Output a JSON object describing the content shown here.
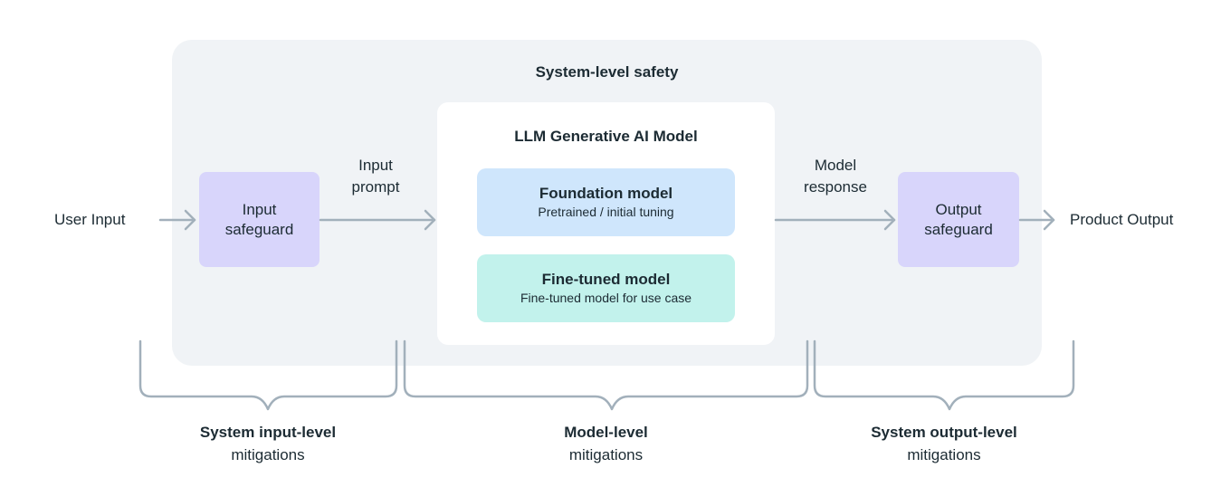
{
  "system": {
    "title": "System-level safety"
  },
  "model": {
    "title": "LLM Generative AI Model",
    "foundation": {
      "title": "Foundation model",
      "subtitle": "Pretrained / initial tuning"
    },
    "finetuned": {
      "title": "Fine-tuned model",
      "subtitle": "Fine-tuned model for use case"
    }
  },
  "flow": {
    "user_input": "User Input",
    "input_safeguard": [
      "Input",
      "safeguard"
    ],
    "input_prompt": [
      "Input",
      "prompt"
    ],
    "model_response": [
      "Model",
      "response"
    ],
    "output_safeguard": [
      "Output",
      "safeguard"
    ],
    "product_output": "Product Output"
  },
  "mitigations": {
    "input": {
      "title": "System input-level",
      "subtitle": "mitigations"
    },
    "model": {
      "title": "Model-level",
      "subtitle": "mitigations"
    },
    "output": {
      "title": "System output-level",
      "subtitle": "mitigations"
    }
  },
  "colors": {
    "arrow": "#a2b0bb",
    "system_panel": "#f0f3f6",
    "safeguard": "#d8d5fb",
    "foundation": "#cfe6fc",
    "finetuned": "#c2f2ec",
    "text": "#1c2b33"
  }
}
